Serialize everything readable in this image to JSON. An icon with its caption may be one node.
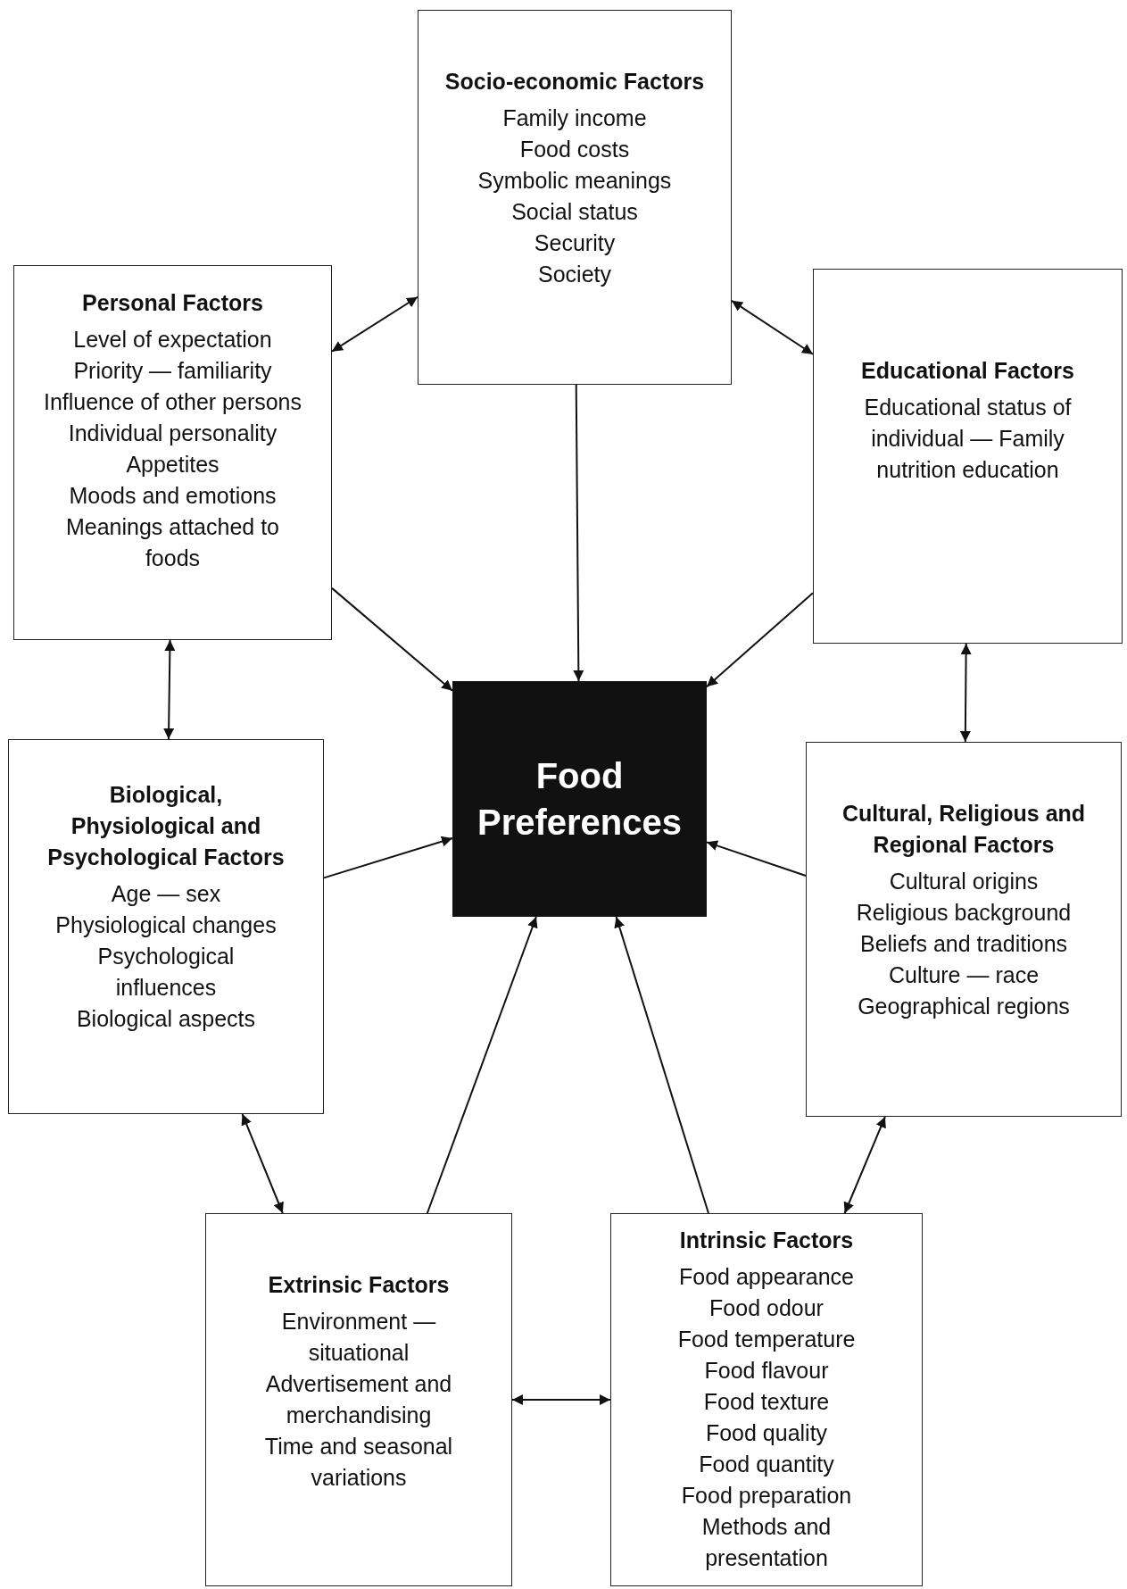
{
  "diagram": {
    "nodes": [
      {
        "text": [
          "Socio-economic Factors",
          "Family income",
          "Food costs",
          "Symbolic meanings",
          "Social status",
          "Security",
          "Society"
        ]
      },
      {
        "text": [
          "Personal Factors",
          "Level of expectation",
          "Priority — familiarity",
          "Influence of other persons",
          "Individual personality",
          "Appetites",
          "Moods and emotions",
          "Meanings attached to foods"
        ]
      },
      {
        "text": [
          "Educational Factors",
          "Educational status of individual — Family nutrition education"
        ]
      },
      {
        "text": [
          "Food Preferences"
        ]
      },
      {
        "text": [
          "Biological, Physiological and Psychological Factors",
          "Age — sex",
          "Physiological changes",
          "Psychological influences",
          "Biological aspects"
        ]
      },
      {
        "text": [
          "Cultural, Religious and Regional Factors",
          "Cultural origins",
          "Religious background",
          "Beliefs and traditions",
          "Culture — race",
          "Geographical regions"
        ]
      },
      {
        "text": [
          "Extrinsic Factors",
          "Environment — situational",
          "Advertisement and merchandising",
          "Time and seasonal variations"
        ]
      },
      {
        "text": [
          "Intrinsic Factors",
          "Food appearance",
          "Food odour",
          "Food temperature",
          "Food flavour",
          "Food texture",
          "Food quality",
          "Food quantity",
          "Food preparation",
          "Methods and presentation"
        ]
      }
    ],
    "edges": [
      {
        "from": 0,
        "to": 1,
        "arrow": "both"
      },
      {
        "from": 0,
        "to": 2,
        "arrow": "both"
      },
      {
        "from": 0,
        "to": 3,
        "arrow": "to"
      },
      {
        "from": 1,
        "to": 3,
        "arrow": "to"
      },
      {
        "from": 2,
        "to": 3,
        "arrow": "to"
      },
      {
        "from": 1,
        "to": 4,
        "arrow": "both"
      },
      {
        "from": 2,
        "to": 5,
        "arrow": "both"
      },
      {
        "from": 4,
        "to": 3,
        "arrow": "to"
      },
      {
        "from": 5,
        "to": 3,
        "arrow": "to"
      },
      {
        "from": 6,
        "to": 3,
        "arrow": "to"
      },
      {
        "from": 7,
        "to": 3,
        "arrow": "to"
      },
      {
        "from": 4,
        "to": 6,
        "arrow": "both"
      },
      {
        "from": 5,
        "to": 7,
        "arrow": "both"
      },
      {
        "from": 6,
        "to": 7,
        "arrow": "both"
      }
    ]
  }
}
